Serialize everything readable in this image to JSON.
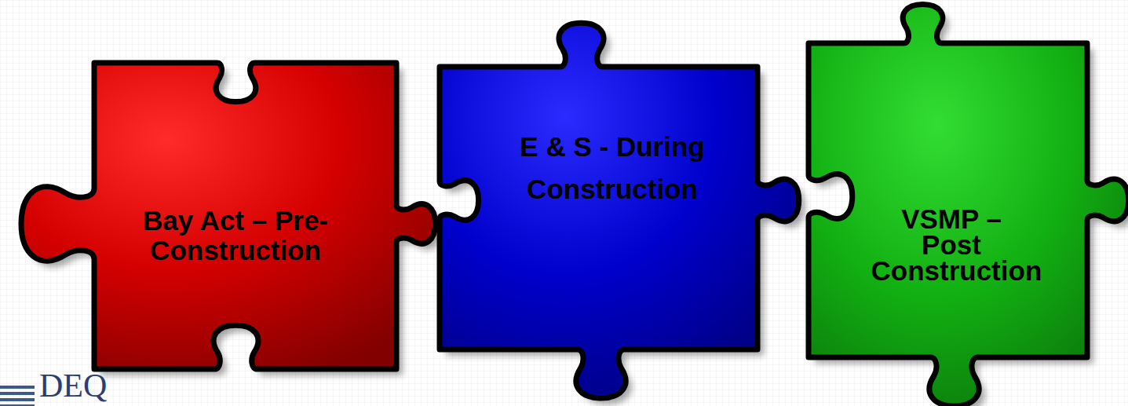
{
  "diagram": {
    "nodes": [
      {
        "text": [
          "Bay Act – Pre-Construction"
        ]
      },
      {
        "text": [
          "E & S - During Construction"
        ]
      },
      {
        "text": [
          "VSMP – Post Construction"
        ]
      }
    ],
    "labels": [
      "DEQ"
    ]
  }
}
